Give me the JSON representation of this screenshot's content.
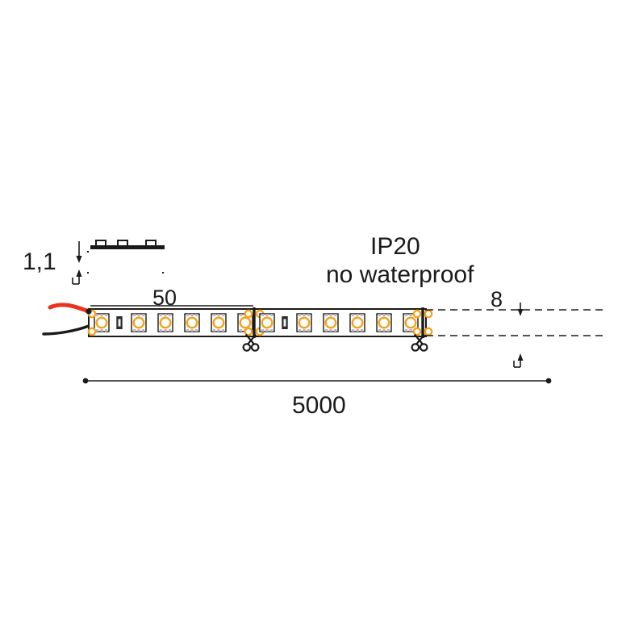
{
  "drawing": {
    "title": "LED strip technical dimension drawing",
    "units": "mm",
    "background_color": "#ffffff",
    "line_color": "#1a1a1a",
    "accent_color": "#f5a21e",
    "wire_positive_color": "#e8341c",
    "wire_negative_color": "#1a1a1a"
  },
  "labels": {
    "thickness": "1,1",
    "pitch": "50",
    "width": "8",
    "length": "5000",
    "ip_rating": "IP20",
    "ip_description": "no waterproof"
  },
  "dimensions": {
    "thickness_mm": 1.1,
    "segment_pitch_mm": 50,
    "strip_width_mm": 8,
    "total_length_mm": 5000
  },
  "cross_section": {
    "name": "side-profile",
    "led_bumps": 3
  },
  "strip": {
    "leds_per_segment": 7,
    "resistors_per_segment": 1,
    "cut_marks": 2,
    "lead_wires": [
      "positive-red",
      "negative-black"
    ]
  },
  "icons": {
    "scissors": "scissors-icon",
    "arrow_down": "arrow-down-icon",
    "arrow_up": "arrow-up-icon"
  }
}
